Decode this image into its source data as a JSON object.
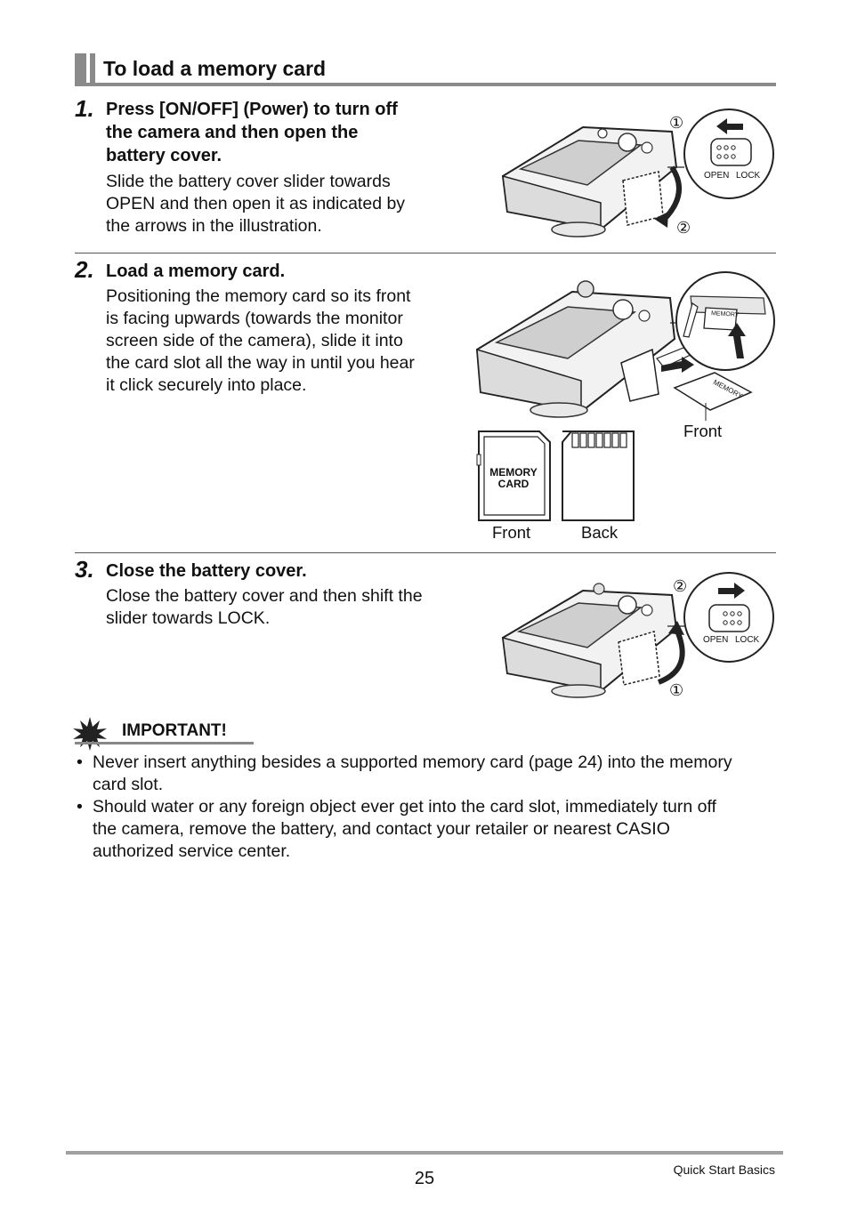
{
  "section": {
    "title": "To load a memory card"
  },
  "steps": [
    {
      "number": "1.",
      "title_lines": [
        "Press [ON/OFF] (Power) to turn off",
        "the camera and then open the",
        "battery cover."
      ],
      "text_lines": [
        "Slide the battery cover slider towards",
        "OPEN and then open it as indicated by",
        "the arrows in the illustration."
      ],
      "figure": {
        "marker_1": "①",
        "marker_2": "②",
        "open": "OPEN",
        "lock": "LOCK"
      }
    },
    {
      "number": "2.",
      "title_lines": [
        "Load a memory card."
      ],
      "text_lines": [
        "Positioning the memory card so its front",
        "is facing upwards (towards the monitor",
        "screen side of the camera), slide it into",
        "the card slot all the way in until you hear",
        "it click securely into place."
      ],
      "figure": {
        "card_text": "MEMORY",
        "callout_front": "Front",
        "card_front_text": [
          "MEMORY",
          "CARD"
        ],
        "label_front": "Front",
        "label_back": "Back"
      }
    },
    {
      "number": "3.",
      "title_lines": [
        "Close the battery cover."
      ],
      "text_lines": [
        "Close the battery cover and then shift the",
        "slider towards LOCK."
      ],
      "figure": {
        "marker_1": "①",
        "marker_2": "②",
        "open": "OPEN",
        "lock": "LOCK"
      }
    }
  ],
  "important": {
    "label": "IMPORTANT!",
    "bullets": [
      [
        "Never insert anything besides a supported memory card (page 24) into the memory",
        "card slot."
      ],
      [
        "Should water or any foreign object ever get into the card slot, immediately turn off",
        "the camera, remove the battery, and contact your retailer or nearest CASIO",
        "authorized service center."
      ]
    ]
  },
  "footer": {
    "page_number": "25",
    "section": "Quick Start Basics"
  }
}
